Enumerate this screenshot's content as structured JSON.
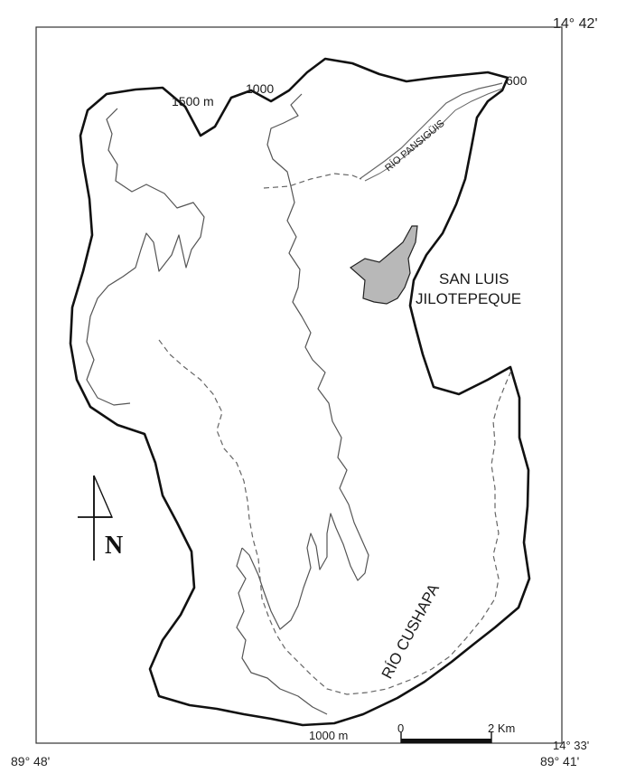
{
  "coordinates": {
    "top_right": "14° 42'",
    "bottom_right": "14° 33'",
    "bottom_left": "89° 48'",
    "bottom_right_lon": "89° 41'"
  },
  "contours": {
    "c1500": "1500 m",
    "c1000_top": "1000",
    "c600": "600",
    "c1000_bottom": "1000 m"
  },
  "rivers": {
    "pansiguis": "RÍO PANSIGÜIS",
    "cushapa": "RÍO CUSHAPA"
  },
  "town": {
    "line1": "SAN LUIS",
    "line2": "JILOTEPEQUE",
    "fill": "#b8b8b8"
  },
  "north_arrow": {
    "label": "N"
  },
  "scale_bar": {
    "start": "0",
    "end": "2 Km"
  },
  "colors": {
    "boundary": "#111111",
    "contour": "#555555",
    "river": "#666666"
  }
}
